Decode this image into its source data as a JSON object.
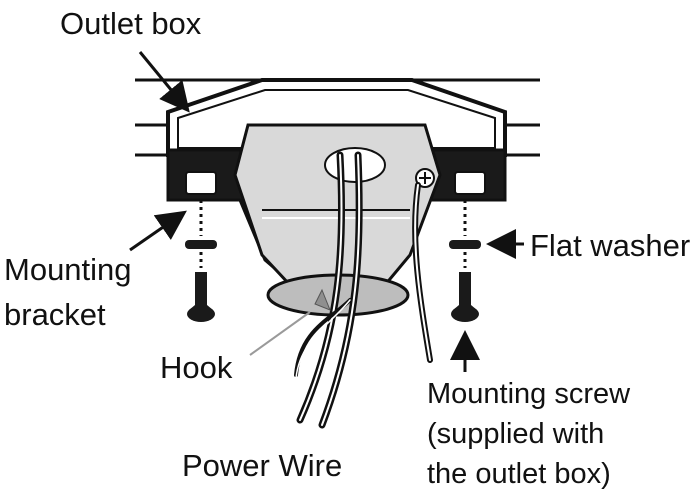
{
  "labels": {
    "outlet_box": "Outlet box",
    "mounting_bracket_line1": "Mounting",
    "mounting_bracket_line2": "bracket",
    "flat_washer": "Flat washer",
    "hook": "Hook",
    "mounting_screw_line1": "Mounting screw",
    "mounting_screw_line2": "(supplied with",
    "mounting_screw_line3": "the outlet box)",
    "power_wire": "Power Wire"
  },
  "colors": {
    "line": "#111111",
    "fill_light": "#d9d9d9",
    "fill_mid": "#bdbdbd",
    "fill_dark": "#1a1a1a",
    "background": "#ffffff"
  }
}
